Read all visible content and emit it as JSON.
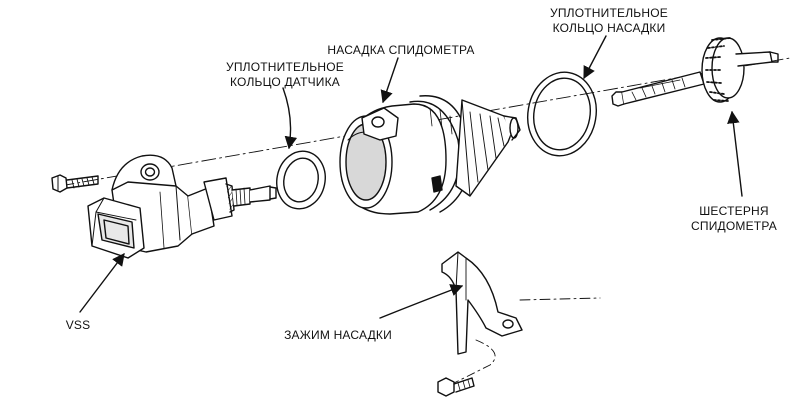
{
  "diagram": {
    "labels": {
      "sensor_seal": [
        "УПЛОТНИТЕЛЬНОЕ",
        "КОЛЬЦО ДАТЧИКА"
      ],
      "speedo_adapter": [
        "НАСАДКА СПИДОМЕТРА"
      ],
      "adapter_seal": [
        "УПЛОТНИТЕЛЬНОЕ",
        "КОЛЬЦО НАСАДКИ"
      ],
      "speedo_gear": [
        "ШЕСТЕРНЯ",
        "СПИДОМЕТРА"
      ],
      "vss": [
        "VSS"
      ],
      "adapter_clip": [
        "ЗАЖИМ НАСАДКИ"
      ]
    },
    "colors": {
      "ink": "#111111",
      "paper": "#ffffff",
      "shade": "#cfcfcf"
    }
  }
}
